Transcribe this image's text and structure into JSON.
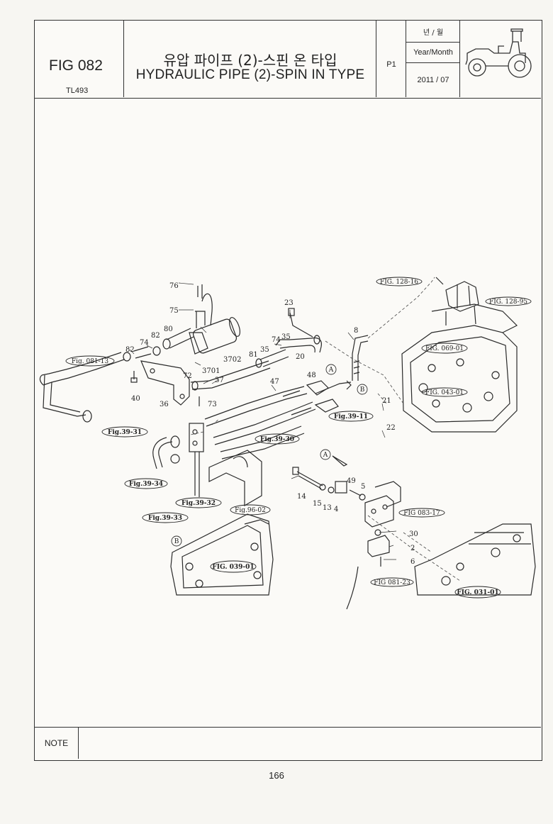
{
  "header": {
    "fig_no": "FIG 082",
    "model": "TL493",
    "title_ko": "유압 파이프 (2)-스핀 온 타입",
    "title_en": "HYDRAULIC PIPE (2)-SPIN IN TYPE",
    "page_label": "P1",
    "date_label_ko": "년 / 월",
    "date_label_en": "Year/Month",
    "date_value": "2011 / 07",
    "logo_icon": "tractor-icon"
  },
  "part_numbers": {
    "p76": "76",
    "p75": "75",
    "p80": "80",
    "p82a": "82",
    "p74a": "74",
    "p82b": "82",
    "p3702": "3702",
    "p3701": "3701",
    "p72": "72",
    "p37": "37",
    "p73": "73",
    "p40": "40",
    "p36": "36",
    "p81": "81",
    "p35a": "35",
    "p74b": "74",
    "p35b": "35",
    "p20": "20",
    "p23": "23",
    "p8": "8",
    "p47": "47",
    "p48": "48",
    "p21": "21",
    "p22": "22",
    "p49": "49",
    "p5": "5",
    "p14": "14",
    "p15": "15",
    "p13": "13",
    "p4": "4",
    "p30": "30",
    "p2": "2",
    "p6": "6",
    "markA1": "A",
    "markB1": "B",
    "markA2": "A",
    "markB2": "B"
  },
  "callouts": {
    "fig081_13": "Fig. 081-13",
    "fig39_31": "Fig.39-31",
    "fig39_34": "Fig.39-34",
    "fig39_33": "Fig.39-33",
    "fig39_32": "Fig.39-32",
    "fig96_02": "Fig.96-02",
    "fig39_30": "Fig.39-30",
    "fig39_11": "Fig.39-11",
    "fig128_16": "FIG. 128-16",
    "fig128_95": "FIG. 128-95",
    "fig069_01": "FIG. 069-01",
    "fig043_01": "FIG. 043-01",
    "fig083_17": "FIG 083-17",
    "fig081_23": "FIG 081-23",
    "fig039_01": "FIG. 039-01",
    "fig031_01": "FIG. 031-01"
  },
  "note": {
    "label": "NOTE"
  },
  "footer": {
    "page_number": "166"
  }
}
